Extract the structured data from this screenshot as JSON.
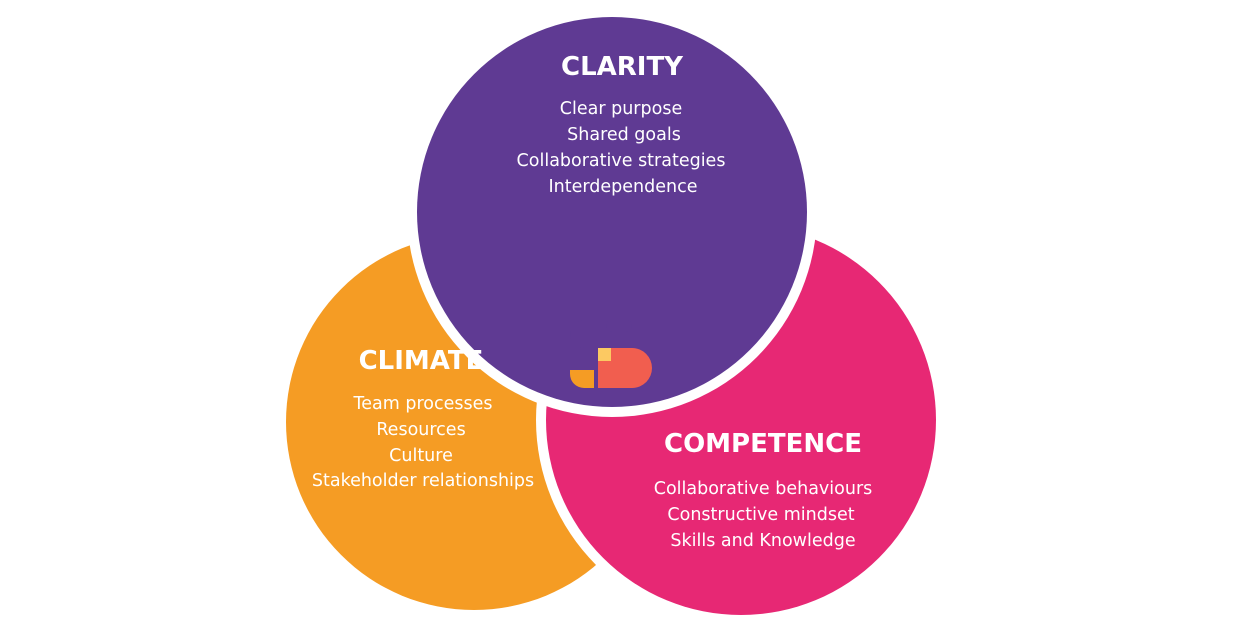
{
  "colors": {
    "clarity": "#5f3a93",
    "competence": "#e72874",
    "climate": "#f59c24",
    "background": "#ffffff",
    "logo_coral": "#f15e4f",
    "logo_yellow": "#fcc962"
  },
  "clarity": {
    "title": "CLARITY",
    "items": [
      "Clear purpose",
      "Shared goals",
      "Collaborative strategies",
      "Interdependence"
    ]
  },
  "climate": {
    "title": "CLIMATE",
    "items": [
      "Team processes",
      "Resources",
      "Culture",
      "Stakeholder relationships"
    ]
  },
  "competence": {
    "title": "COMPETENCE",
    "items": [
      "Collaborative behaviours",
      "Constructive mindset",
      "Skills and Knowledge"
    ]
  },
  "logo": {
    "icon": "ss-logo-icon"
  }
}
